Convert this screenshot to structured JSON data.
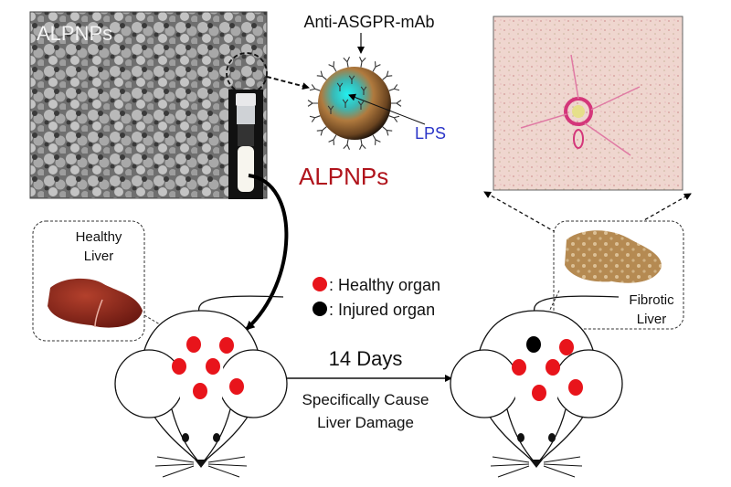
{
  "sem_panel": {
    "label": "ALPNPs"
  },
  "nanoparticle": {
    "antibody_label": "Anti-ASGPR-mAb",
    "core_label": "LPS",
    "name": "ALPNPs"
  },
  "healthy_callout": {
    "line1": "Healthy",
    "line2": "Liver"
  },
  "fibrotic_callout": {
    "line1": "Fibrotic",
    "line2": "Liver"
  },
  "legend": {
    "healthy": ": Healthy organ",
    "injured": ": Injured organ"
  },
  "transition": {
    "duration": "14 Days",
    "line1": "Specifically Cause",
    "line2": "Liver Damage"
  },
  "colors": {
    "healthy_dot": "#e8141b",
    "injured_dot": "#000000",
    "alpnps_title": "#b0141c",
    "lps": "#2b35c8"
  }
}
